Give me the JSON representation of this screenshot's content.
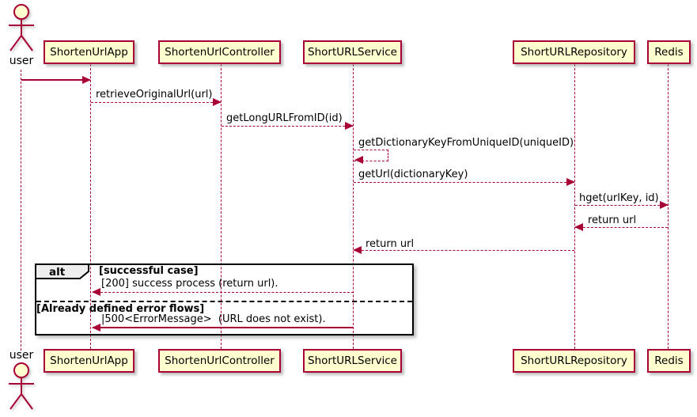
{
  "diagram": {
    "type": "sequence-diagram",
    "actor": {
      "name": "user"
    },
    "participants": [
      {
        "label": "ShortenUrlApp"
      },
      {
        "label": "ShortenUrlController"
      },
      {
        "label": "ShortURLService"
      },
      {
        "label": "ShortURLRepository"
      },
      {
        "label": "Redis"
      }
    ],
    "messages": [
      {
        "from": "user",
        "to": "ShortenUrlApp",
        "label": "",
        "line": "solid",
        "direction": "right"
      },
      {
        "from": "ShortenUrlApp",
        "to": "ShortenUrlController",
        "label": "retrieveOriginalUrl(url)",
        "line": "dashed",
        "direction": "right"
      },
      {
        "from": "ShortenUrlController",
        "to": "ShortURLService",
        "label": "getLongURLFromID(id)",
        "line": "dashed",
        "direction": "right"
      },
      {
        "from": "ShortURLService",
        "to": "ShortURLService",
        "label": "getDictionaryKeyFromUniqueID(uniqueID)",
        "line": "dashed",
        "direction": "self"
      },
      {
        "from": "ShortURLService",
        "to": "ShortURLRepository",
        "label": "getUrl(dictionaryKey)",
        "line": "dashed",
        "direction": "right"
      },
      {
        "from": "ShortURLRepository",
        "to": "Redis",
        "label": "hget(urlKey, id)",
        "line": "dashed",
        "direction": "right"
      },
      {
        "from": "Redis",
        "to": "ShortURLRepository",
        "label": "return url",
        "line": "dashed",
        "direction": "left"
      },
      {
        "from": "ShortURLRepository",
        "to": "ShortURLService",
        "label": "return url",
        "line": "dashed",
        "direction": "left"
      }
    ],
    "alt": {
      "keyword": "alt",
      "sections": [
        {
          "guard": "[successful case]",
          "message": {
            "from": "ShortURLService",
            "to": "ShortenUrlApp",
            "label": "[200] success process (return url).",
            "line": "dashed",
            "direction": "left"
          }
        },
        {
          "guard": "[Already defined error flows]",
          "message": {
            "from": "ShortURLService",
            "to": "ShortenUrlApp",
            "label": "|500<ErrorMessage>  (URL does not exist).",
            "line": "solid",
            "direction": "left"
          }
        }
      ]
    },
    "colors": {
      "participant_fill": "#FEFECE",
      "participant_border": "#A80036",
      "line": "#A80036",
      "frame_border": "#000000",
      "frame_header_fill": "#EEEEEE",
      "background": "#FFFFFF"
    }
  }
}
